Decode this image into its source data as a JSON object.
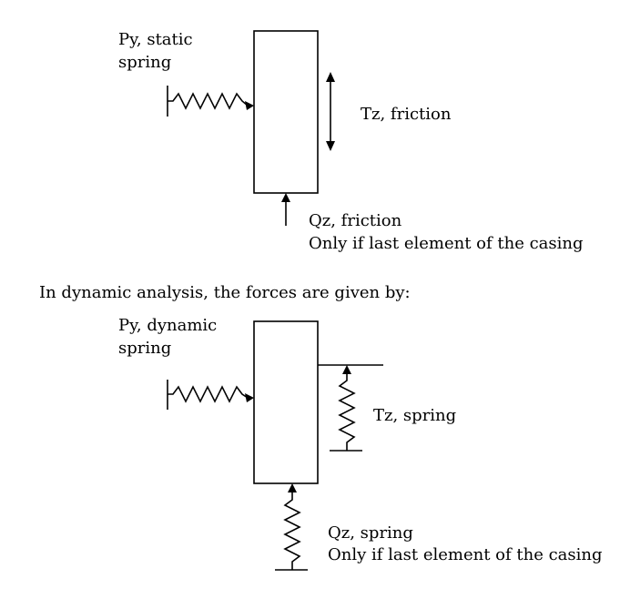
{
  "static_diagram": {
    "py_label_line1": "Py, static",
    "py_label_line2": "spring",
    "tz_label": "Tz, friction",
    "qz_label_line1": "Qz, friction",
    "qz_label_line2": "Only if last element of the casing"
  },
  "caption": "In dynamic analysis, the forces are given by:",
  "dynamic_diagram": {
    "py_label_line1": "Py, dynamic",
    "py_label_line2": "spring",
    "tz_label": "Tz, spring",
    "qz_label_line1": "Qz, spring",
    "qz_label_line2": "Only if last element of the casing"
  }
}
